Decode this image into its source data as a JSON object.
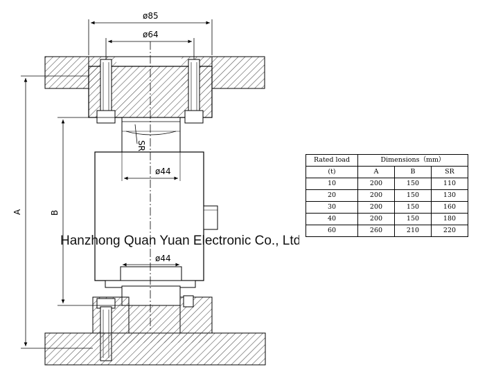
{
  "drawing": {
    "dim_d85": "ø85",
    "dim_d64": "ø64",
    "dim_sr": "SR",
    "dim_d44_top": "ø44",
    "dim_d44_bottom": "ø44",
    "dim_a": "A",
    "dim_b": "B"
  },
  "watermark": "Hanzhong Quan Yuan Electronic Co., Ltd",
  "table": {
    "header_rated_load": "Rated load",
    "header_unit": "(t)",
    "header_dimensions": "Dimensions（mm）",
    "col_a": "A",
    "col_b": "B",
    "col_sr": "SR",
    "rows": [
      [
        "10",
        "200",
        "150",
        "110"
      ],
      [
        "20",
        "200",
        "150",
        "130"
      ],
      [
        "30",
        "200",
        "150",
        "160"
      ],
      [
        "40",
        "200",
        "150",
        "180"
      ],
      [
        "60",
        "260",
        "210",
        "220"
      ]
    ]
  }
}
